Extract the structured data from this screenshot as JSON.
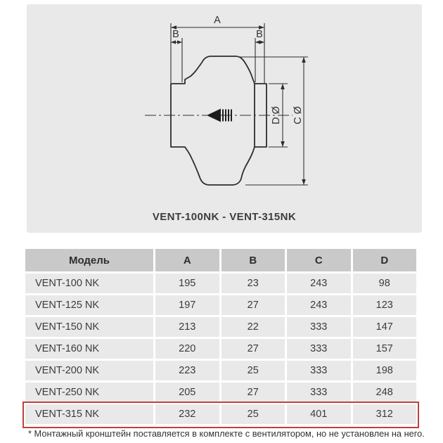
{
  "colors": {
    "panel-bg": "#e9e9e9",
    "row-bg": "#e9e9e9",
    "header-bg": "#c9c9c9",
    "highlight": "#c0403d",
    "line": "#2d2d2d"
  },
  "diagram": {
    "caption": "VENT-100NK - VENT-315NK",
    "labels": {
      "dim_a": "A",
      "dim_b_left": "B",
      "dim_b_right": "B",
      "dim_d": "D Ø",
      "dim_c": "C Ø"
    }
  },
  "table": {
    "header": {
      "model": "Модель",
      "a": "A",
      "b": "B",
      "c": "C",
      "d": "D"
    },
    "rows": [
      {
        "model": "VENT-100 NK",
        "a": "195",
        "b": "23",
        "c": "243",
        "d": "98"
      },
      {
        "model": "VENT-125 NK",
        "a": "197",
        "b": "27",
        "c": "243",
        "d": "123"
      },
      {
        "model": "VENT-150 NK",
        "a": "213",
        "b": "22",
        "c": "333",
        "d": "147"
      },
      {
        "model": "VENT-160 NK",
        "a": "220",
        "b": "27",
        "c": "333",
        "d": "157"
      },
      {
        "model": "VENT-200 NK",
        "a": "223",
        "b": "25",
        "c": "333",
        "d": "198"
      },
      {
        "model": "VENT-250 NK",
        "a": "205",
        "b": "27",
        "c": "333",
        "d": "248"
      },
      {
        "model": "VENT-315 NK",
        "a": "232",
        "b": "25",
        "c": "401",
        "d": "312"
      }
    ],
    "highlighted_model": "VENT-315 NK"
  },
  "footnote": "* Монтажный кронштейн поставляется в комплекте с вентилятором, но не установлен на него."
}
